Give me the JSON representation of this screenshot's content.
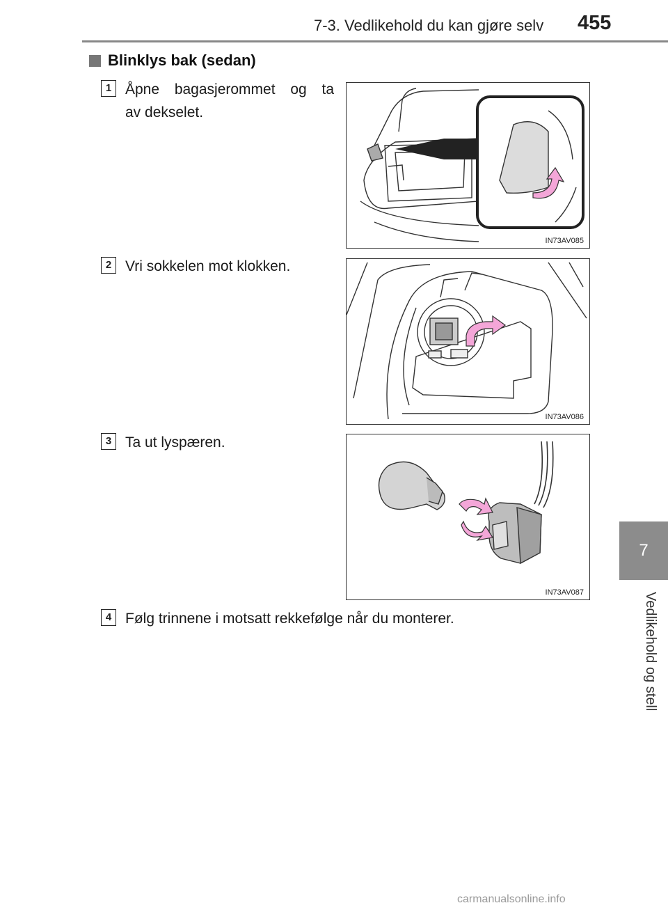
{
  "header": {
    "section": "7-3. Vedlikehold du kan gjøre selv",
    "page_number": "455"
  },
  "side_tab": {
    "chapter_number": "7",
    "chapter_title": "Vedlikehold og stell"
  },
  "section": {
    "heading": "Blinklys bak (sedan)"
  },
  "steps": [
    {
      "number": "1",
      "lines": [
        "Åpne bagasjerommet og ta",
        "av dekselet."
      ],
      "figure_code": "IN73AV085"
    },
    {
      "number": "2",
      "lines": [
        "Vri sokkelen mot klokken."
      ],
      "figure_code": "IN73AV086"
    },
    {
      "number": "3",
      "lines": [
        "Ta ut lyspæren."
      ],
      "figure_code": "IN73AV087"
    },
    {
      "number": "4",
      "lines": [
        "Følg trinnene i motsatt rekkefølge når du monterer."
      ]
    }
  ],
  "watermark": "carmanualsonline.info",
  "colors": {
    "tab_gray": "#8c8c8c",
    "arrow_pink": "#f4a6d8"
  }
}
